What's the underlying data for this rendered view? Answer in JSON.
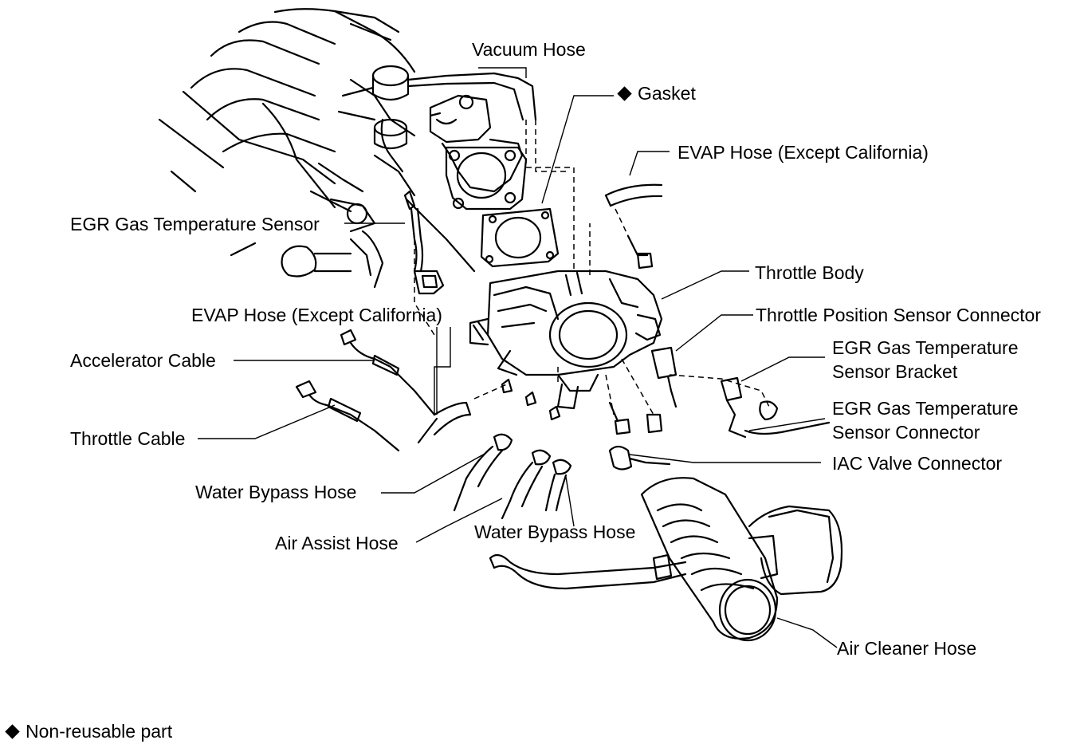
{
  "labels": {
    "vacuum_hose": "Vacuum Hose",
    "gasket": "Gasket",
    "evap_hose_right": "EVAP Hose (Except California)",
    "egr_sensor": "EGR Gas Temperature Sensor",
    "throttle_body": "Throttle Body",
    "evap_hose_left": "EVAP Hose (Except California)",
    "tps_connector": "Throttle Position Sensor Connector",
    "accelerator_cable": "Accelerator Cable",
    "egr_bracket_line1": "EGR Gas Temperature",
    "egr_bracket_line2": "Sensor Bracket",
    "egr_connector_line1": "EGR Gas Temperature",
    "egr_connector_line2": "Sensor Connector",
    "throttle_cable": "Throttle Cable",
    "iac_valve_connector": "IAC Valve Connector",
    "water_bypass_hose_left": "Water Bypass Hose",
    "air_assist_hose": "Air Assist Hose",
    "water_bypass_hose_center": "Water Bypass Hose",
    "air_cleaner_hose": "Air Cleaner Hose"
  },
  "legend": {
    "text": "Non-reusable part",
    "symbol": "diamond-icon"
  }
}
